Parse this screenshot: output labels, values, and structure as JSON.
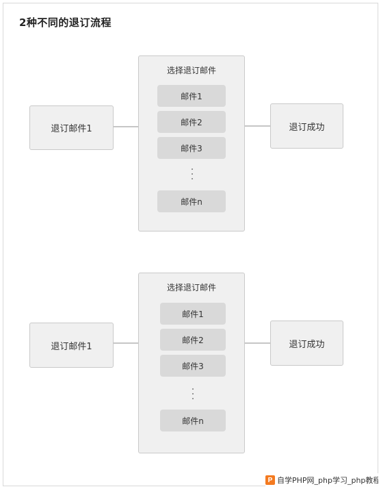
{
  "title": "2种不同的退订流程",
  "flows": [
    {
      "start": "退订邮件1",
      "group_label": "选择退订邮件",
      "emails": [
        "邮件1",
        "邮件2",
        "邮件3",
        "邮件n"
      ],
      "end": "退订成功"
    },
    {
      "start": "退订邮件1",
      "group_label": "选择退订邮件",
      "emails": [
        "邮件1",
        "邮件2",
        "邮件3",
        "邮件n"
      ],
      "end": "退订成功"
    }
  ],
  "watermark": {
    "logo": "P",
    "text": "自学PHP网_php学习_php教程"
  }
}
